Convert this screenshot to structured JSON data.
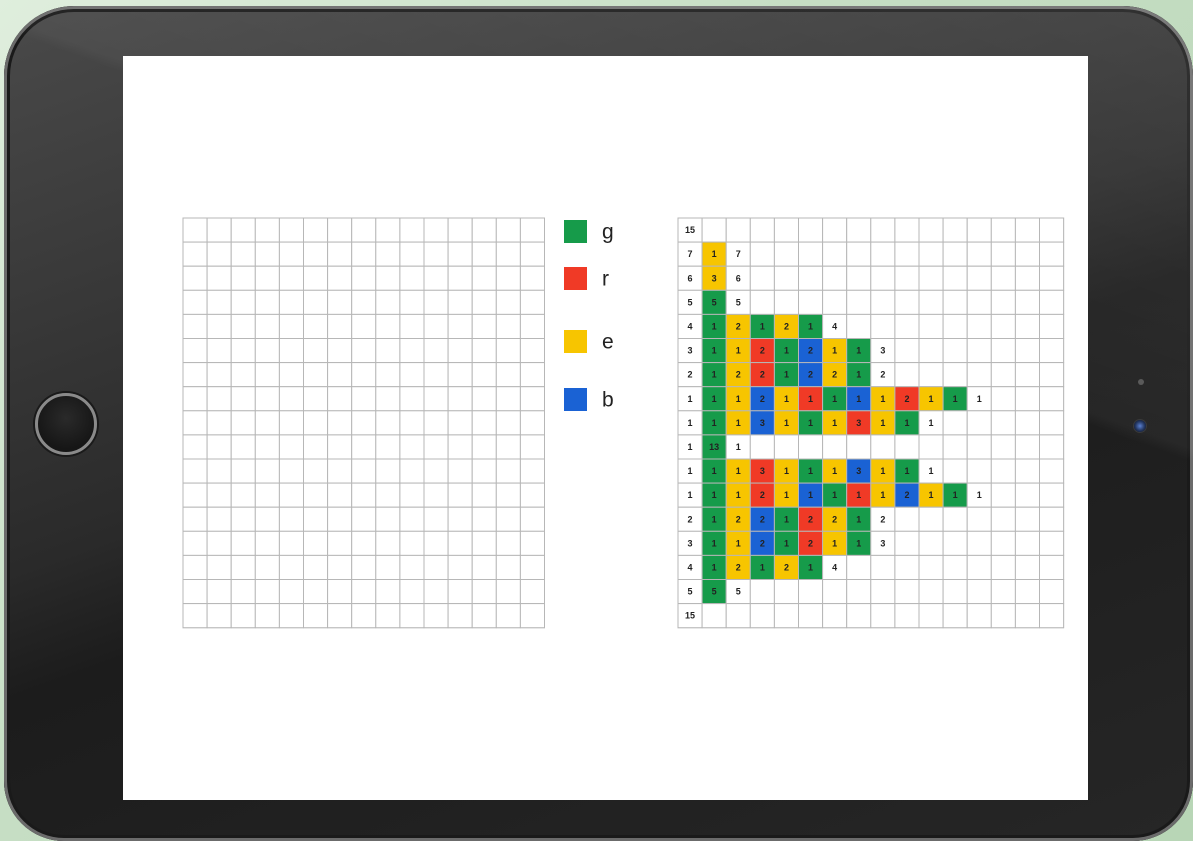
{
  "legend": [
    {
      "key": "g",
      "label": "g",
      "color": "#169b4a"
    },
    {
      "key": "r",
      "label": "r",
      "color": "#f03a26"
    },
    {
      "key": "e",
      "label": "e",
      "color": "#f7c500"
    },
    {
      "key": "b",
      "label": "b",
      "color": "#1a62d4"
    }
  ],
  "solution_rows": [
    {
      "label": "15",
      "cells": []
    },
    {
      "label": "7",
      "cells": [
        [
          "e",
          "1"
        ],
        [
          "",
          "7"
        ]
      ]
    },
    {
      "label": "6",
      "cells": [
        [
          "e",
          "3"
        ],
        [
          "",
          "6"
        ]
      ]
    },
    {
      "label": "5",
      "cells": [
        [
          "g",
          "5"
        ],
        [
          "",
          "5"
        ]
      ]
    },
    {
      "label": "4",
      "cells": [
        [
          "g",
          "1"
        ],
        [
          "e",
          "2"
        ],
        [
          "g",
          "1"
        ],
        [
          "e",
          "2"
        ],
        [
          "g",
          "1"
        ],
        [
          "",
          "4"
        ]
      ]
    },
    {
      "label": "3",
      "cells": [
        [
          "g",
          "1"
        ],
        [
          "e",
          "1"
        ],
        [
          "r",
          "2"
        ],
        [
          "g",
          "1"
        ],
        [
          "b",
          "2"
        ],
        [
          "e",
          "1"
        ],
        [
          "g",
          "1"
        ],
        [
          "",
          "3"
        ]
      ]
    },
    {
      "label": "2",
      "cells": [
        [
          "g",
          "1"
        ],
        [
          "e",
          "2"
        ],
        [
          "r",
          "2"
        ],
        [
          "g",
          "1"
        ],
        [
          "b",
          "2"
        ],
        [
          "e",
          "2"
        ],
        [
          "g",
          "1"
        ],
        [
          "",
          "2"
        ]
      ]
    },
    {
      "label": "1",
      "cells": [
        [
          "g",
          "1"
        ],
        [
          "e",
          "1"
        ],
        [
          "b",
          "2"
        ],
        [
          "e",
          "1"
        ],
        [
          "r",
          "1"
        ],
        [
          "g",
          "1"
        ],
        [
          "b",
          "1"
        ],
        [
          "e",
          "1"
        ],
        [
          "r",
          "2"
        ],
        [
          "e",
          "1"
        ],
        [
          "g",
          "1"
        ],
        [
          "",
          "1"
        ]
      ]
    },
    {
      "label": "1",
      "cells": [
        [
          "g",
          "1"
        ],
        [
          "e",
          "1"
        ],
        [
          "b",
          "3"
        ],
        [
          "e",
          "1"
        ],
        [
          "g",
          "1"
        ],
        [
          "e",
          "1"
        ],
        [
          "r",
          "3"
        ],
        [
          "e",
          "1"
        ],
        [
          "g",
          "1"
        ],
        [
          "",
          "1"
        ]
      ]
    },
    {
      "label": "1",
      "cells": [
        [
          "g",
          "13"
        ],
        [
          "",
          "1"
        ]
      ]
    },
    {
      "label": "1",
      "cells": [
        [
          "g",
          "1"
        ],
        [
          "e",
          "1"
        ],
        [
          "r",
          "3"
        ],
        [
          "e",
          "1"
        ],
        [
          "g",
          "1"
        ],
        [
          "e",
          "1"
        ],
        [
          "b",
          "3"
        ],
        [
          "e",
          "1"
        ],
        [
          "g",
          "1"
        ],
        [
          "",
          "1"
        ]
      ]
    },
    {
      "label": "1",
      "cells": [
        [
          "g",
          "1"
        ],
        [
          "e",
          "1"
        ],
        [
          "r",
          "2"
        ],
        [
          "e",
          "1"
        ],
        [
          "b",
          "1"
        ],
        [
          "g",
          "1"
        ],
        [
          "r",
          "1"
        ],
        [
          "e",
          "1"
        ],
        [
          "b",
          "2"
        ],
        [
          "e",
          "1"
        ],
        [
          "g",
          "1"
        ],
        [
          "",
          "1"
        ]
      ]
    },
    {
      "label": "2",
      "cells": [
        [
          "g",
          "1"
        ],
        [
          "e",
          "2"
        ],
        [
          "b",
          "2"
        ],
        [
          "g",
          "1"
        ],
        [
          "r",
          "2"
        ],
        [
          "e",
          "2"
        ],
        [
          "g",
          "1"
        ],
        [
          "",
          "2"
        ]
      ]
    },
    {
      "label": "3",
      "cells": [
        [
          "g",
          "1"
        ],
        [
          "e",
          "1"
        ],
        [
          "b",
          "2"
        ],
        [
          "g",
          "1"
        ],
        [
          "r",
          "2"
        ],
        [
          "e",
          "1"
        ],
        [
          "g",
          "1"
        ],
        [
          "",
          "3"
        ]
      ]
    },
    {
      "label": "4",
      "cells": [
        [
          "g",
          "1"
        ],
        [
          "e",
          "2"
        ],
        [
          "g",
          "1"
        ],
        [
          "e",
          "2"
        ],
        [
          "g",
          "1"
        ],
        [
          "",
          "4"
        ]
      ]
    },
    {
      "label": "5",
      "cells": [
        [
          "g",
          "5"
        ],
        [
          "",
          "5"
        ]
      ]
    },
    {
      "label": "15",
      "cells": []
    }
  ]
}
